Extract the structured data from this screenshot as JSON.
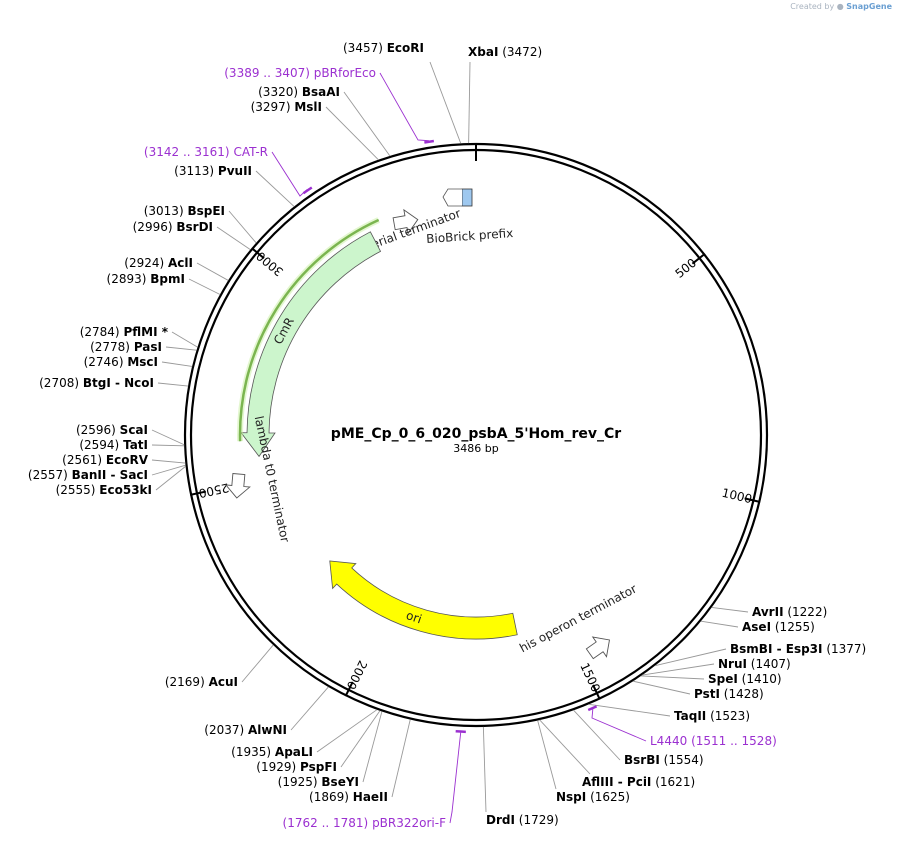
{
  "credit": {
    "prefix": "Created by",
    "brand": "SnapGene"
  },
  "plasmid": {
    "name": "pME_Cp_0_6_020_psbA_5'Hom_rev_Cr",
    "length_label": "3486 bp",
    "length": 3486
  },
  "colors": {
    "primer": "#9b30d0",
    "ori": "#ffff00",
    "cmr": "#ccf5cc",
    "biobrick": "#9ec8ef",
    "backbone": "#000000"
  },
  "ticks": [
    {
      "pos": 500,
      "label": "500"
    },
    {
      "pos": 1000,
      "label": "1000"
    },
    {
      "pos": 1500,
      "label": "1500"
    },
    {
      "pos": 2000,
      "label": "2000"
    },
    {
      "pos": 2500,
      "label": "2500"
    },
    {
      "pos": 3000,
      "label": "3000"
    }
  ],
  "sites": [
    {
      "pos": 3472,
      "name": "XbaI",
      "coord": "(3472)",
      "side": "right"
    },
    {
      "pos": 3457,
      "name": "EcoRI",
      "coord": "(3457)",
      "side": "left"
    },
    {
      "pos": 3320,
      "name": "BsaAI",
      "coord": "(3320)",
      "side": "left"
    },
    {
      "pos": 3297,
      "name": "MslI",
      "coord": "(3297)",
      "side": "left"
    },
    {
      "pos": 3113,
      "name": "PvuII",
      "coord": "(3113)",
      "side": "left"
    },
    {
      "pos": 3013,
      "name": "BspEI",
      "coord": "(3013)",
      "side": "left"
    },
    {
      "pos": 2996,
      "name": "BsrDI",
      "coord": "(2996)",
      "side": "left"
    },
    {
      "pos": 2924,
      "name": "AclI",
      "coord": "(2924)",
      "side": "left"
    },
    {
      "pos": 2893,
      "name": "BpmI",
      "coord": "(2893)",
      "side": "left"
    },
    {
      "pos": 2784,
      "name": "PflMI *",
      "coord": "(2784)",
      "side": "left"
    },
    {
      "pos": 2778,
      "name": "PasI",
      "coord": "(2778)",
      "side": "left"
    },
    {
      "pos": 2746,
      "name": "MscI",
      "coord": "(2746)",
      "side": "left"
    },
    {
      "pos": 2708,
      "name": "BtgI  - NcoI",
      "coord": "(2708)",
      "side": "left"
    },
    {
      "pos": 2596,
      "name": "ScaI",
      "coord": "(2596)",
      "side": "left"
    },
    {
      "pos": 2594,
      "name": "TatI",
      "coord": "(2594)",
      "side": "left"
    },
    {
      "pos": 2561,
      "name": "EcoRV",
      "coord": "(2561)",
      "side": "left"
    },
    {
      "pos": 2557,
      "name": "BanII  - SacI",
      "coord": "(2557)",
      "side": "left"
    },
    {
      "pos": 2555,
      "name": "Eco53kI",
      "coord": "(2555)",
      "side": "left"
    },
    {
      "pos": 2169,
      "name": "AcuI",
      "coord": "(2169)",
      "side": "left"
    },
    {
      "pos": 2037,
      "name": "AlwNI",
      "coord": "(2037)",
      "side": "left"
    },
    {
      "pos": 1935,
      "name": "ApaLI",
      "coord": "(1935)",
      "side": "left"
    },
    {
      "pos": 1929,
      "name": "PspFI",
      "coord": "(1929)",
      "side": "left"
    },
    {
      "pos": 1925,
      "name": "BseYI",
      "coord": "(1925)",
      "side": "left"
    },
    {
      "pos": 1869,
      "name": "HaeII",
      "coord": "(1869)",
      "side": "left"
    },
    {
      "pos": 1729,
      "name": "DrdI",
      "coord": "(1729)",
      "side": "right"
    },
    {
      "pos": 1625,
      "name": "NspI",
      "coord": "(1625)",
      "side": "right"
    },
    {
      "pos": 1621,
      "name": "AflIII  - PciI",
      "coord": "(1621)",
      "side": "right"
    },
    {
      "pos": 1554,
      "name": "BsrBI",
      "coord": "(1554)",
      "side": "right"
    },
    {
      "pos": 1523,
      "name": "TaqII",
      "coord": "(1523)",
      "side": "right"
    },
    {
      "pos": 1428,
      "name": "PstI",
      "coord": "(1428)",
      "side": "right"
    },
    {
      "pos": 1410,
      "name": "SpeI",
      "coord": "(1410)",
      "side": "right"
    },
    {
      "pos": 1407,
      "name": "NruI",
      "coord": "(1407)",
      "side": "right"
    },
    {
      "pos": 1377,
      "name": "BsmBI  - Esp3I",
      "coord": "(1377)",
      "side": "right"
    },
    {
      "pos": 1255,
      "name": "AseI",
      "coord": "(1255)",
      "side": "right"
    },
    {
      "pos": 1222,
      "name": "AvrII",
      "coord": "(1222)",
      "side": "right"
    }
  ],
  "primers": [
    {
      "start": 3389,
      "end": 3407,
      "name": "pBRforEco",
      "coord": "(3389 .. 3407)"
    },
    {
      "start": 3142,
      "end": 3161,
      "name": "CAT-R",
      "coord": "(3142 .. 3161)"
    },
    {
      "start": 1762,
      "end": 1781,
      "name": "pBR322ori-F",
      "coord": "(1762 .. 1781)"
    },
    {
      "start": 1511,
      "end": 1528,
      "name": "L4440",
      "coord": "(1511 .. 1528)"
    }
  ],
  "features": [
    {
      "name": "BioBrick prefix",
      "start": 3458,
      "end": 3479,
      "type": "box"
    },
    {
      "name": "bacterial terminator",
      "start": 3390,
      "end": 3430,
      "type": "terminator"
    },
    {
      "name": "CmR",
      "start": 2560,
      "end": 3220,
      "type": "arrow"
    },
    {
      "name": "lambda t0 terminator",
      "start": 2430,
      "end": 2505,
      "type": "terminator"
    },
    {
      "name": "ori",
      "start": 1630,
      "end": 2220,
      "type": "arrow"
    },
    {
      "name": "his operon terminator",
      "start": 1390,
      "end": 1440,
      "type": "terminator"
    }
  ]
}
